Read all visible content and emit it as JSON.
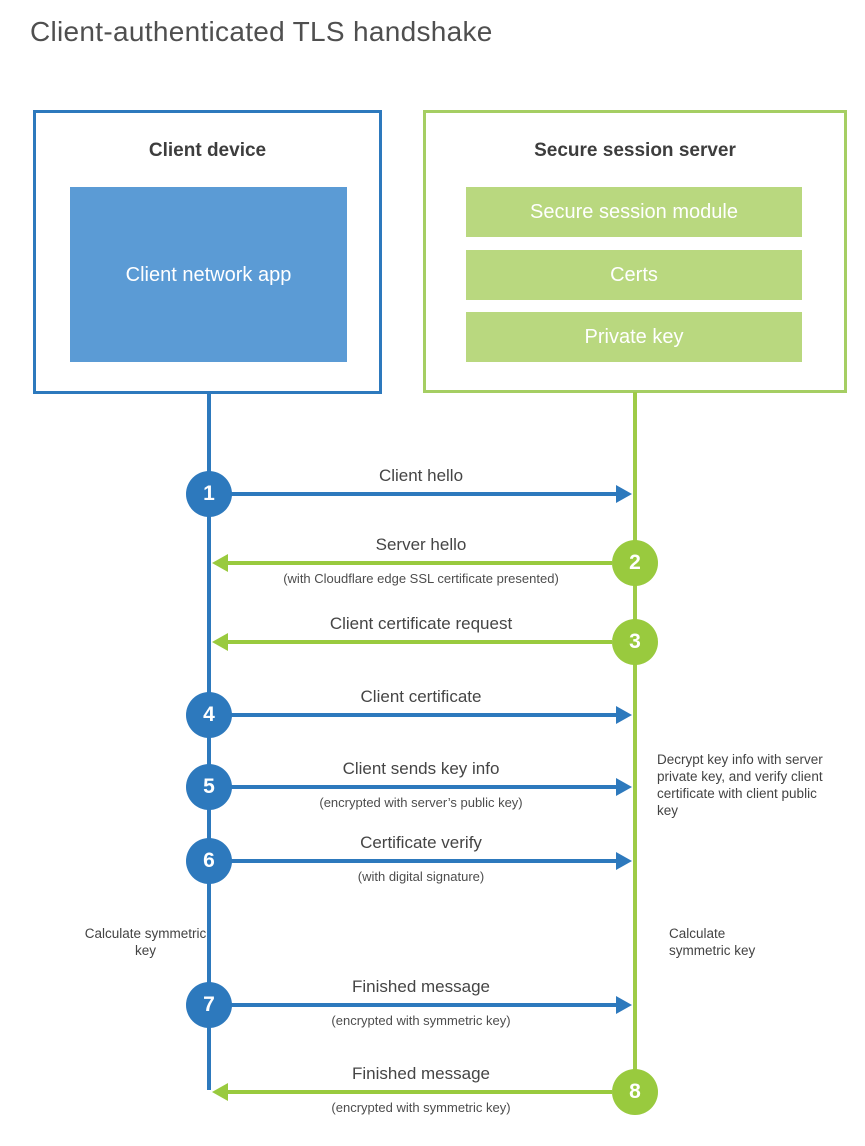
{
  "title": "Client-authenticated TLS handshake",
  "client_box": {
    "title": "Client device",
    "app_label": "Client network app"
  },
  "server_box": {
    "title": "Secure session server",
    "modules": [
      "Secure session module",
      "Certs",
      "Private key"
    ]
  },
  "steps": [
    {
      "num": "1",
      "label": "Client hello",
      "sub": "",
      "direction": "client-to-server"
    },
    {
      "num": "2",
      "label": "Server hello",
      "sub": "(with Cloudflare edge SSL certificate presented)",
      "direction": "server-to-client"
    },
    {
      "num": "3",
      "label": "Client certificate request",
      "sub": "",
      "direction": "server-to-client"
    },
    {
      "num": "4",
      "label": "Client certificate",
      "sub": "",
      "direction": "client-to-server"
    },
    {
      "num": "5",
      "label": "Client sends key info",
      "sub": "(encrypted with server’s public key)",
      "direction": "client-to-server"
    },
    {
      "num": "6",
      "label": "Certificate verify",
      "sub": "(with digital signature)",
      "direction": "client-to-server"
    },
    {
      "num": "7",
      "label": "Finished message",
      "sub": "(encrypted with symmetric key)",
      "direction": "client-to-server"
    },
    {
      "num": "8",
      "label": "Finished message",
      "sub": "(encrypted with symmetric key)",
      "direction": "server-to-client"
    }
  ],
  "notes": {
    "server_side_note": "Decrypt key info with server private key, and verify client certificate with client public key",
    "client_calc": "Calculate symmetric key",
    "server_calc": "Calculate symmetric key"
  },
  "colors": {
    "blue": "#2d79bd",
    "blue_fill": "#5b9bd5",
    "green": "#99ca3e",
    "green_border": "#a5ce63",
    "green_fill": "#b9d87f"
  }
}
